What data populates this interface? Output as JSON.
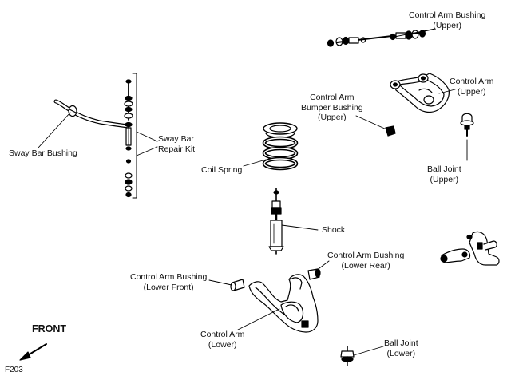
{
  "figure": {
    "code": "F203",
    "direction_label": "FRONT",
    "background": "#ffffff",
    "line_color": "#000000"
  },
  "labels": {
    "control_arm_bushing_upper": {
      "line1": "Control Arm Bushing",
      "line2": "(Upper)"
    },
    "control_arm_upper": {
      "line1": "Control Arm",
      "line2": "(Upper)"
    },
    "control_arm_bumper_bushing_upper": {
      "line1": "Control Arm",
      "line2": "Bumper Bushing",
      "line3": "(Upper)"
    },
    "sway_bar_repair_kit": {
      "line1": "Sway Bar",
      "line2": "Repair Kit"
    },
    "sway_bar_bushing": {
      "line1": "Sway Bar Bushing"
    },
    "coil_spring": {
      "line1": "Coil Spring"
    },
    "ball_joint_upper": {
      "line1": "Ball Joint",
      "line2": "(Upper)"
    },
    "shock": {
      "line1": "Shock"
    },
    "control_arm_bushing_lower_rear": {
      "line1": "Control Arm Bushing",
      "line2": "(Lower Rear)"
    },
    "control_arm_bushing_lower_front": {
      "line1": "Control Arm Bushing",
      "line2": "(Lower Front)"
    },
    "control_arm_lower": {
      "line1": "Control Arm",
      "line2": "(Lower)"
    },
    "ball_joint_lower": {
      "line1": "Ball Joint",
      "line2": "(Lower)"
    }
  }
}
